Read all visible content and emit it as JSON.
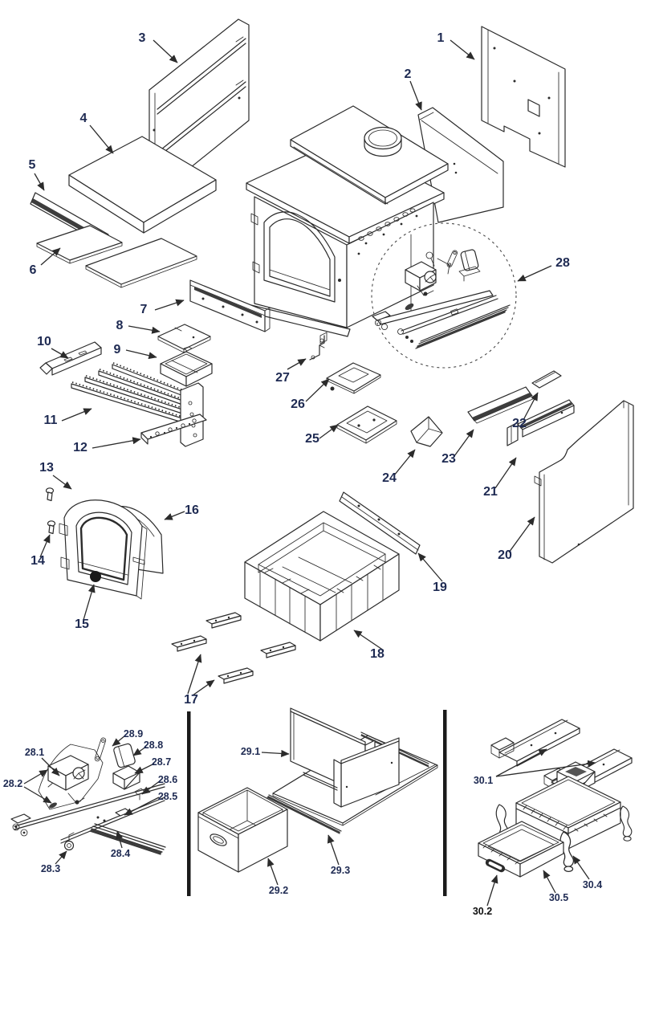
{
  "colors": {
    "label": "#1e2a52",
    "label_dark": "#101010",
    "line": "#2b2b2b",
    "background": "#ffffff"
  },
  "callouts": {
    "p1": "1",
    "p2": "2",
    "p3": "3",
    "p4": "4",
    "p5": "5",
    "p6": "6",
    "p7": "7",
    "p8": "8",
    "p9": "9",
    "p10": "10",
    "p11": "11",
    "p12": "12",
    "p13": "13",
    "p14": "14",
    "p15": "15",
    "p16": "16",
    "p17": "17",
    "p18": "18",
    "p19": "19",
    "p20": "20",
    "p21": "21",
    "p22": "22",
    "p23": "23",
    "p24": "24",
    "p25": "25",
    "p26": "26",
    "p27": "27",
    "p28": "28",
    "p28_1": "28.1",
    "p28_2": "28.2",
    "p28_3": "28.3",
    "p28_4": "28.4",
    "p28_5": "28.5",
    "p28_6": "28.6",
    "p28_7": "28.7",
    "p28_8": "28.8",
    "p28_9": "28.9",
    "p29_1": "29.1",
    "p29_2": "29.2",
    "p29_3": "29.3",
    "p30_1": "30.1",
    "p30_2": "30.2",
    "p30_4": "30.4",
    "p30_5": "30.5"
  }
}
